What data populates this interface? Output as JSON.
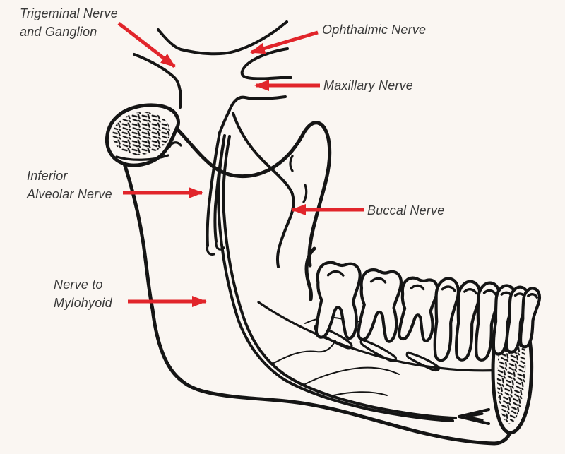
{
  "figure": {
    "type": "anatomical line diagram",
    "subject": "Mandible (lower jaw) with trigeminal nerve and its branches"
  },
  "labels": {
    "trigeminal": {
      "line1": "Trigeminal Nerve",
      "line2": "and Ganglion"
    },
    "ophthalmic": {
      "text": "Ophthalmic Nerve"
    },
    "maxillary": {
      "text": "Maxillary Nerve"
    },
    "inferior_alveolar": {
      "line1": "Inferior",
      "line2": "Alveolar Nerve"
    },
    "buccal": {
      "text": "Buccal Nerve"
    },
    "mylohyoid": {
      "line1": "Nerve to",
      "line2": "Mylohyoid"
    }
  },
  "colors": {
    "background": "#faf6f2",
    "line_ink": "#151515",
    "arrow_red": "#e1252b",
    "label_text": "#3a3a3a"
  }
}
